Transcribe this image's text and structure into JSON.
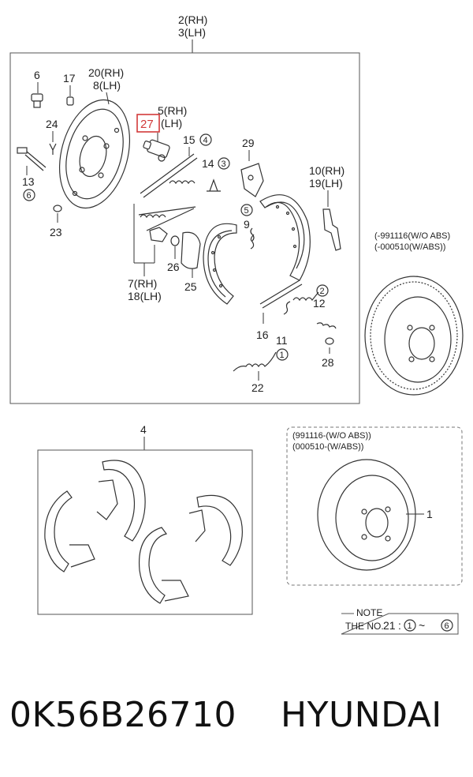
{
  "callouts": {
    "c2": "2(RH)",
    "c3": "3(LH)",
    "c6": "6",
    "c17": "17",
    "c20": "20(RH)",
    "c8": "8(LH)",
    "c5": "5(RH)",
    "c27": "27",
    "c27lh": "(LH)",
    "c24": "24",
    "c15": "15",
    "c15n": "4",
    "c29": "29",
    "c14": "14",
    "c14n": "3",
    "c10": "10(RH)",
    "c19": "19(LH)",
    "c13": "13",
    "c13n": "6",
    "c23": "23",
    "c9": "9",
    "c9n": "5",
    "c26": "26",
    "c25": "25",
    "c7": "7(RH)",
    "c18": "18(LH)",
    "c2n": "2",
    "c12": "12",
    "c16": "16",
    "c11": "11",
    "c11n": "1",
    "c28": "28",
    "c22": "22",
    "c1a": "1",
    "c1b": "1",
    "c4": "4"
  },
  "drum_top_note": {
    "line1": "(-991116(W/O ABS)",
    "line2": "(-000510(W/ABS))"
  },
  "drum_bottom_note": {
    "line1": "(991116-(W/O ABS))",
    "line2": "(000510-(W/ABS))"
  },
  "note": {
    "title": "NOTE",
    "prefix": "THE NO.",
    "number": "21",
    "colon": ":",
    "from": "1",
    "tilde": "~",
    "to": "6"
  },
  "footer": {
    "part_number": "0K56B26710",
    "brand": "HYUNDAI"
  },
  "colors": {
    "highlight": "#d23a3a",
    "line": "#333333"
  }
}
